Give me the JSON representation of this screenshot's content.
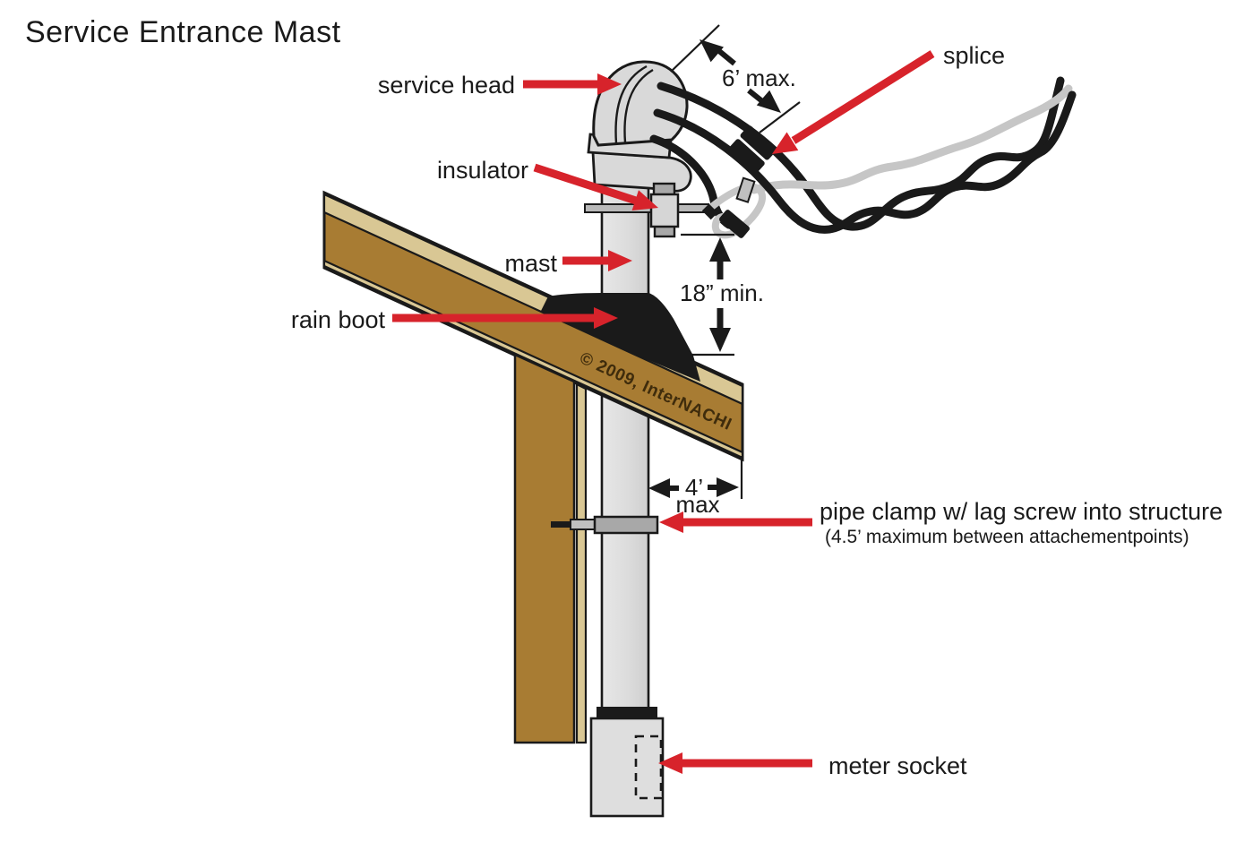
{
  "title": "Service Entrance Mast",
  "copyright": "© 2009, InterNACHI",
  "labels": {
    "service_head": "service head",
    "insulator": "insulator",
    "mast": "mast",
    "rain_boot": "rain boot",
    "splice": "splice",
    "pipe_clamp_line1": "pipe clamp w/ lag screw into structure",
    "pipe_clamp_line2": "(4.5’ maximum between attachementpoints)",
    "meter_socket": "meter socket"
  },
  "dimensions": {
    "service_conductor_span": "6’ max.",
    "clearance_above_roof": "18” min.",
    "attachment_distance_value": "4’",
    "attachment_distance_qualifier": "max"
  },
  "colors": {
    "arrow_red": "#d7232b",
    "roof_brown": "#a87c33",
    "roof_tan": "#d9c794",
    "metal_gray": "#dcdcdc",
    "clamp_gray": "#a8a8a8",
    "wire_gray": "#c6c6c6",
    "outline_black": "#1a1a1a"
  }
}
